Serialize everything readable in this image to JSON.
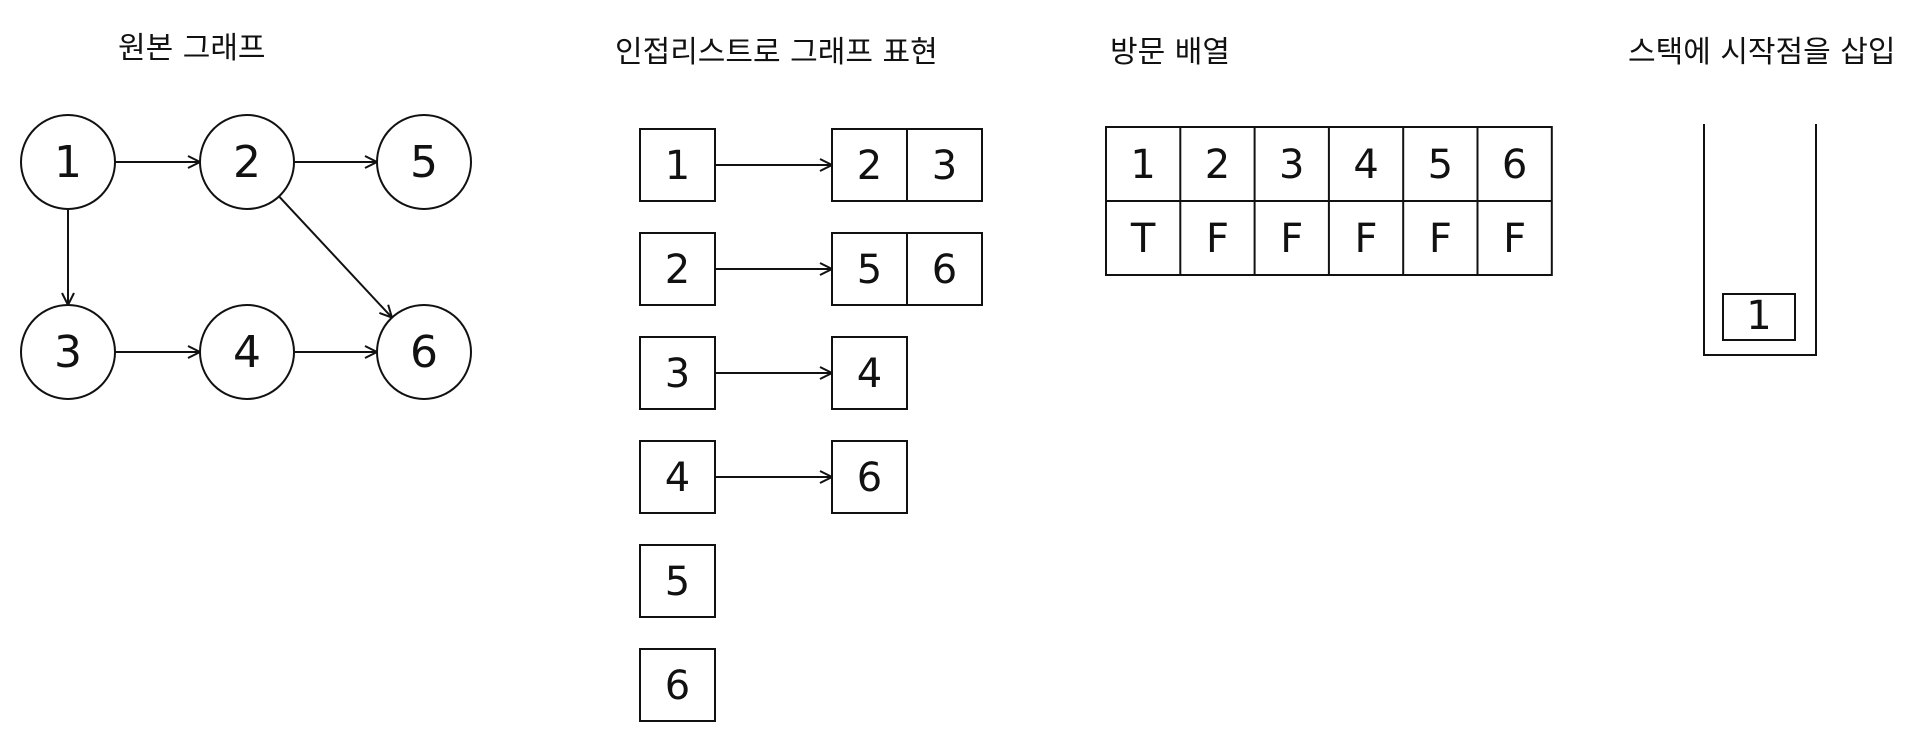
{
  "titles": {
    "original_graph": "원본 그래프",
    "adjacency_list": "인접리스트로 그래프 표현",
    "visited_array": "방문 배열",
    "stack_push": "스택에 시작점을 삽입"
  },
  "graph": {
    "nodes": [
      {
        "id": "1",
        "label": "1"
      },
      {
        "id": "2",
        "label": "2"
      },
      {
        "id": "5",
        "label": "5"
      },
      {
        "id": "3",
        "label": "3"
      },
      {
        "id": "4",
        "label": "4"
      },
      {
        "id": "6",
        "label": "6"
      }
    ],
    "edges": [
      {
        "from": "1",
        "to": "2"
      },
      {
        "from": "2",
        "to": "5"
      },
      {
        "from": "1",
        "to": "3"
      },
      {
        "from": "3",
        "to": "4"
      },
      {
        "from": "4",
        "to": "6"
      },
      {
        "from": "2",
        "to": "6"
      }
    ]
  },
  "adjacency_list": [
    {
      "vertex": "1",
      "neighbors": [
        "2",
        "3"
      ]
    },
    {
      "vertex": "2",
      "neighbors": [
        "5",
        "6"
      ]
    },
    {
      "vertex": "3",
      "neighbors": [
        "4"
      ]
    },
    {
      "vertex": "4",
      "neighbors": [
        "6"
      ]
    },
    {
      "vertex": "5",
      "neighbors": []
    },
    {
      "vertex": "6",
      "neighbors": []
    }
  ],
  "visited": {
    "vertices": [
      "1",
      "2",
      "3",
      "4",
      "5",
      "6"
    ],
    "flags": [
      "T",
      "F",
      "F",
      "F",
      "F",
      "F"
    ]
  },
  "stack": {
    "items": [
      "1"
    ]
  }
}
